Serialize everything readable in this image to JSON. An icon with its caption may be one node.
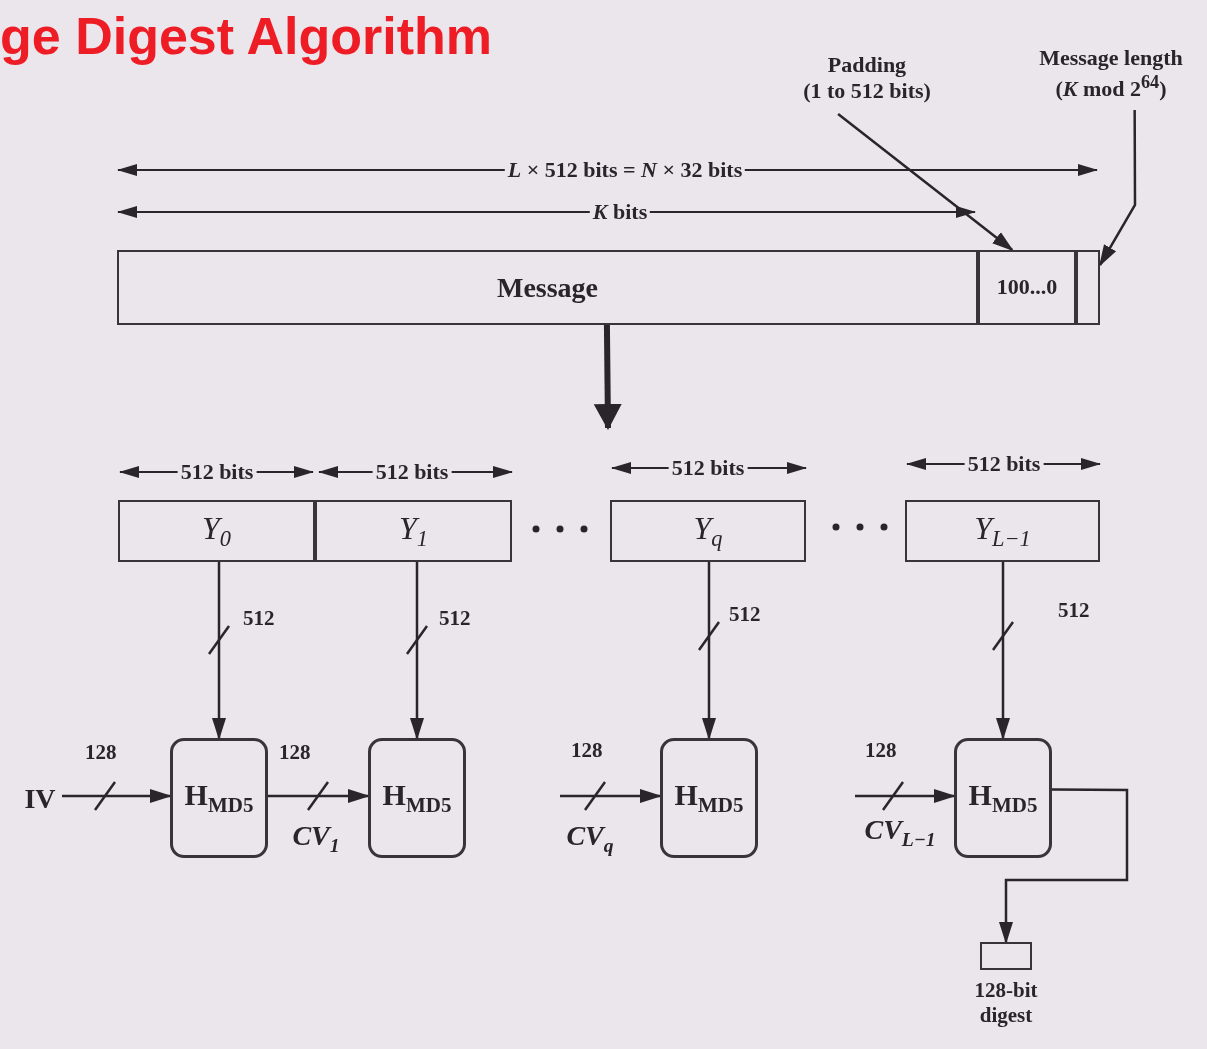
{
  "diagram": {
    "title": "ge Digest Algorithm",
    "nodes": [
      {
        "text": [
          "Message"
        ]
      },
      {
        "text": [
          "100...0"
        ]
      },
      {
        "text": [],
        "shape": "box"
      },
      {
        "text": [
          "Padding (1 to 512 bits)"
        ]
      },
      {
        "text": [
          "Message length (*K* mod 2$^{64}$)"
        ]
      },
      {
        "text": [
          "*Y*$_{0}$"
        ]
      },
      {
        "text": [
          "*Y*$_{1}$"
        ]
      },
      {
        "text": [
          "*Y*$_{q}$"
        ]
      },
      {
        "text": [
          "*Y*$_{L−1}$"
        ]
      },
      {
        "text": [
          "IV"
        ]
      },
      {
        "text": [
          "H$_{MD5}$"
        ]
      },
      {
        "text": [
          "H$_{MD5}$"
        ]
      },
      {
        "text": [
          "H$_{MD5}$"
        ]
      },
      {
        "text": [
          "H$_{MD5}$"
        ]
      },
      {
        "text": [],
        "shape": "box",
        "beside": [
          "128-bit digest"
        ]
      }
    ],
    "edges": [
      {
        "from": 3,
        "to": 1,
        "arrow": "to"
      },
      {
        "from": 4,
        "to": 2,
        "arrow": "to"
      },
      {
        "from": 0,
        "to": null,
        "arrow": "to",
        "style": "thick"
      },
      {
        "from": 5,
        "to": 10,
        "arrow": "to",
        "label": "512"
      },
      {
        "from": 6,
        "to": 11,
        "arrow": "to",
        "label": "512"
      },
      {
        "from": 7,
        "to": 12,
        "arrow": "to",
        "label": "512"
      },
      {
        "from": 8,
        "to": 13,
        "arrow": "to",
        "label": "512"
      },
      {
        "from": 9,
        "to": 10,
        "arrow": "to",
        "label": "128"
      },
      {
        "from": 10,
        "to": 11,
        "arrow": "to",
        "label": "128"
      },
      {
        "from": null,
        "to": 12,
        "arrow": "to",
        "label": "128"
      },
      {
        "from": null,
        "to": 13,
        "arrow": "to",
        "label": "128"
      },
      {
        "from": 13,
        "to": 14,
        "arrow": "to"
      }
    ],
    "labels": [
      "*L* × 512 bits = *N* × 32 bits",
      "*K* bits",
      "512 bits",
      "512 bits",
      "512 bits",
      "512 bits",
      "*CV*$_{1}$",
      "*CV*$_{q}$",
      "*CV*$_{L−1}$"
    ]
  }
}
